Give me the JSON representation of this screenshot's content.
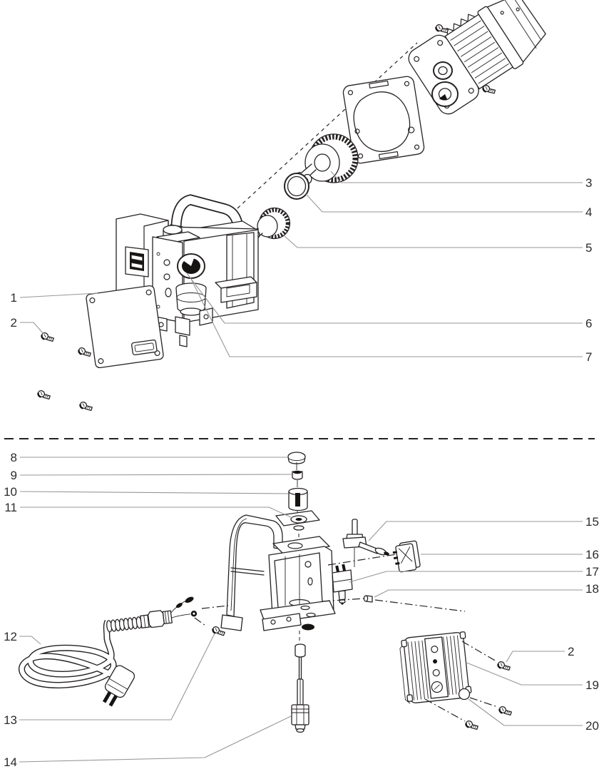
{
  "figure": {
    "colors": {
      "bg": "#ffffff",
      "line": "#262222",
      "dark": "#161412",
      "leader": "#979797",
      "label": "#2b2b2b"
    }
  },
  "callouts": [
    {
      "num": "1"
    },
    {
      "num": "2"
    },
    {
      "num": "3"
    },
    {
      "num": "4"
    },
    {
      "num": "5"
    },
    {
      "num": "6"
    },
    {
      "num": "7"
    },
    {
      "num": "8"
    },
    {
      "num": "9"
    },
    {
      "num": "10"
    },
    {
      "num": "11"
    },
    {
      "num": "12"
    },
    {
      "num": "13"
    },
    {
      "num": "14"
    },
    {
      "num": "15"
    },
    {
      "num": "16"
    },
    {
      "num": "17"
    },
    {
      "num": "18"
    },
    {
      "num": "2"
    },
    {
      "num": "19"
    },
    {
      "num": "20"
    }
  ]
}
